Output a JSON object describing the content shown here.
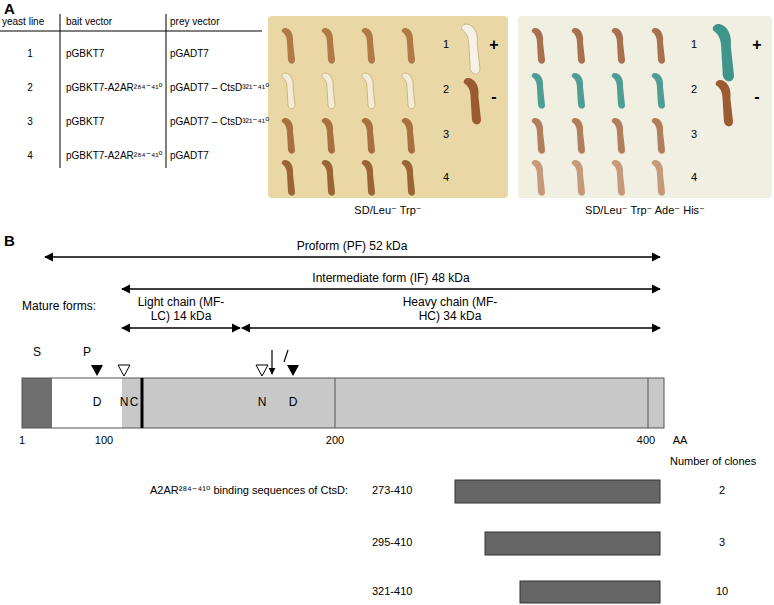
{
  "diagram": {
    "labels": [
      "A",
      "yeast line",
      "bait vector",
      "prey vector",
      "1",
      "pGBKT7",
      "pGADT7",
      "2",
      "pGBKT7-A2AR²⁸⁴⁻⁴¹⁰",
      "pGADT7 – CtsD³²¹⁻⁴¹⁰",
      "3",
      "pGBKT7",
      "pGADT7 – CtsD³²¹⁻⁴¹⁰",
      "4",
      "pGBKT7-A2AR²⁸⁴⁻⁴¹⁰",
      "pGADT7",
      "1",
      "2",
      "3",
      "4",
      "+",
      "-",
      "1",
      "2",
      "3",
      "4",
      "+",
      "-",
      "SD/Leu⁻ Trp⁻",
      "SD/Leu⁻ Trp⁻ Ade⁻ His⁻",
      "B",
      "Proform (PF) 52 kDa",
      "Intermediate form (IF) 48 kDa",
      "Mature forms:",
      "Light chain (MF- LC) 14 kDa",
      "Heavy chain (MF- HC) 34 kDa",
      "S",
      "P",
      "D",
      "N",
      "C",
      "N",
      "D",
      "1",
      "100",
      "200",
      "400",
      "AA",
      "A2AR²⁸⁴⁻⁴¹⁰ binding sequences of CtsD:",
      "Number of clones",
      "273-410",
      "2",
      "295-410",
      "3",
      "321-410",
      "10"
    ]
  }
}
